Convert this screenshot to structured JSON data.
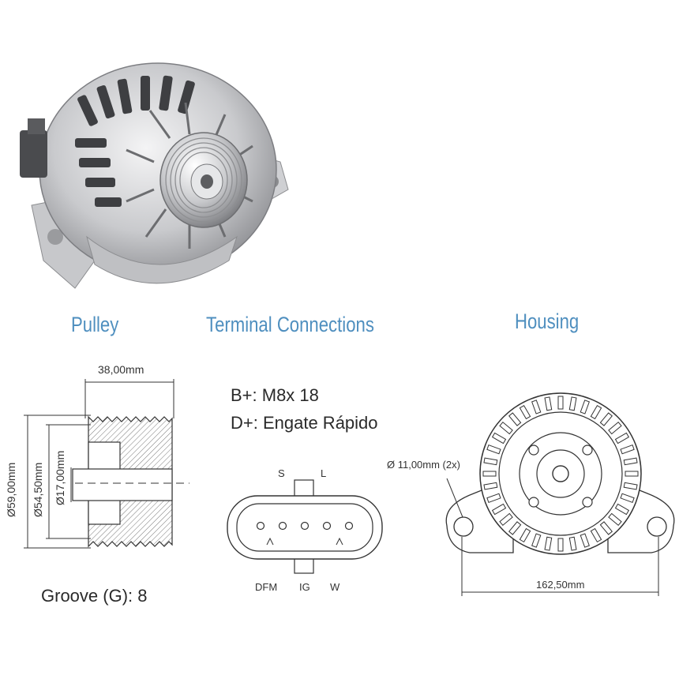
{
  "section_titles": {
    "pulley": "Pulley",
    "terminal": "Terminal Connections",
    "housing": "Housing"
  },
  "pulley": {
    "width_dim": "38,00mm",
    "outer_diameter": "Ø59,00mm",
    "groove_diameter": "Ø54,50mm",
    "bore_diameter": "Ø17,00mm",
    "groove_count": "Groove (G): 8"
  },
  "terminal": {
    "b_plus": "B+: M8x 18",
    "d_plus": "D+: Engate Rápido",
    "pin_top_s": "S",
    "pin_top_l": "L",
    "pin_bottom_dfm": "DFM",
    "pin_bottom_ig": "IG",
    "pin_bottom_w": "W"
  },
  "housing": {
    "hole_dim": "Ø 11,00mm (2x)",
    "mount_width": "162,50mm"
  },
  "colors": {
    "title_blue": "#4f8fbf",
    "line": "#333333",
    "metal_light": "#d9dadc",
    "metal_dark": "#6d6e72"
  }
}
